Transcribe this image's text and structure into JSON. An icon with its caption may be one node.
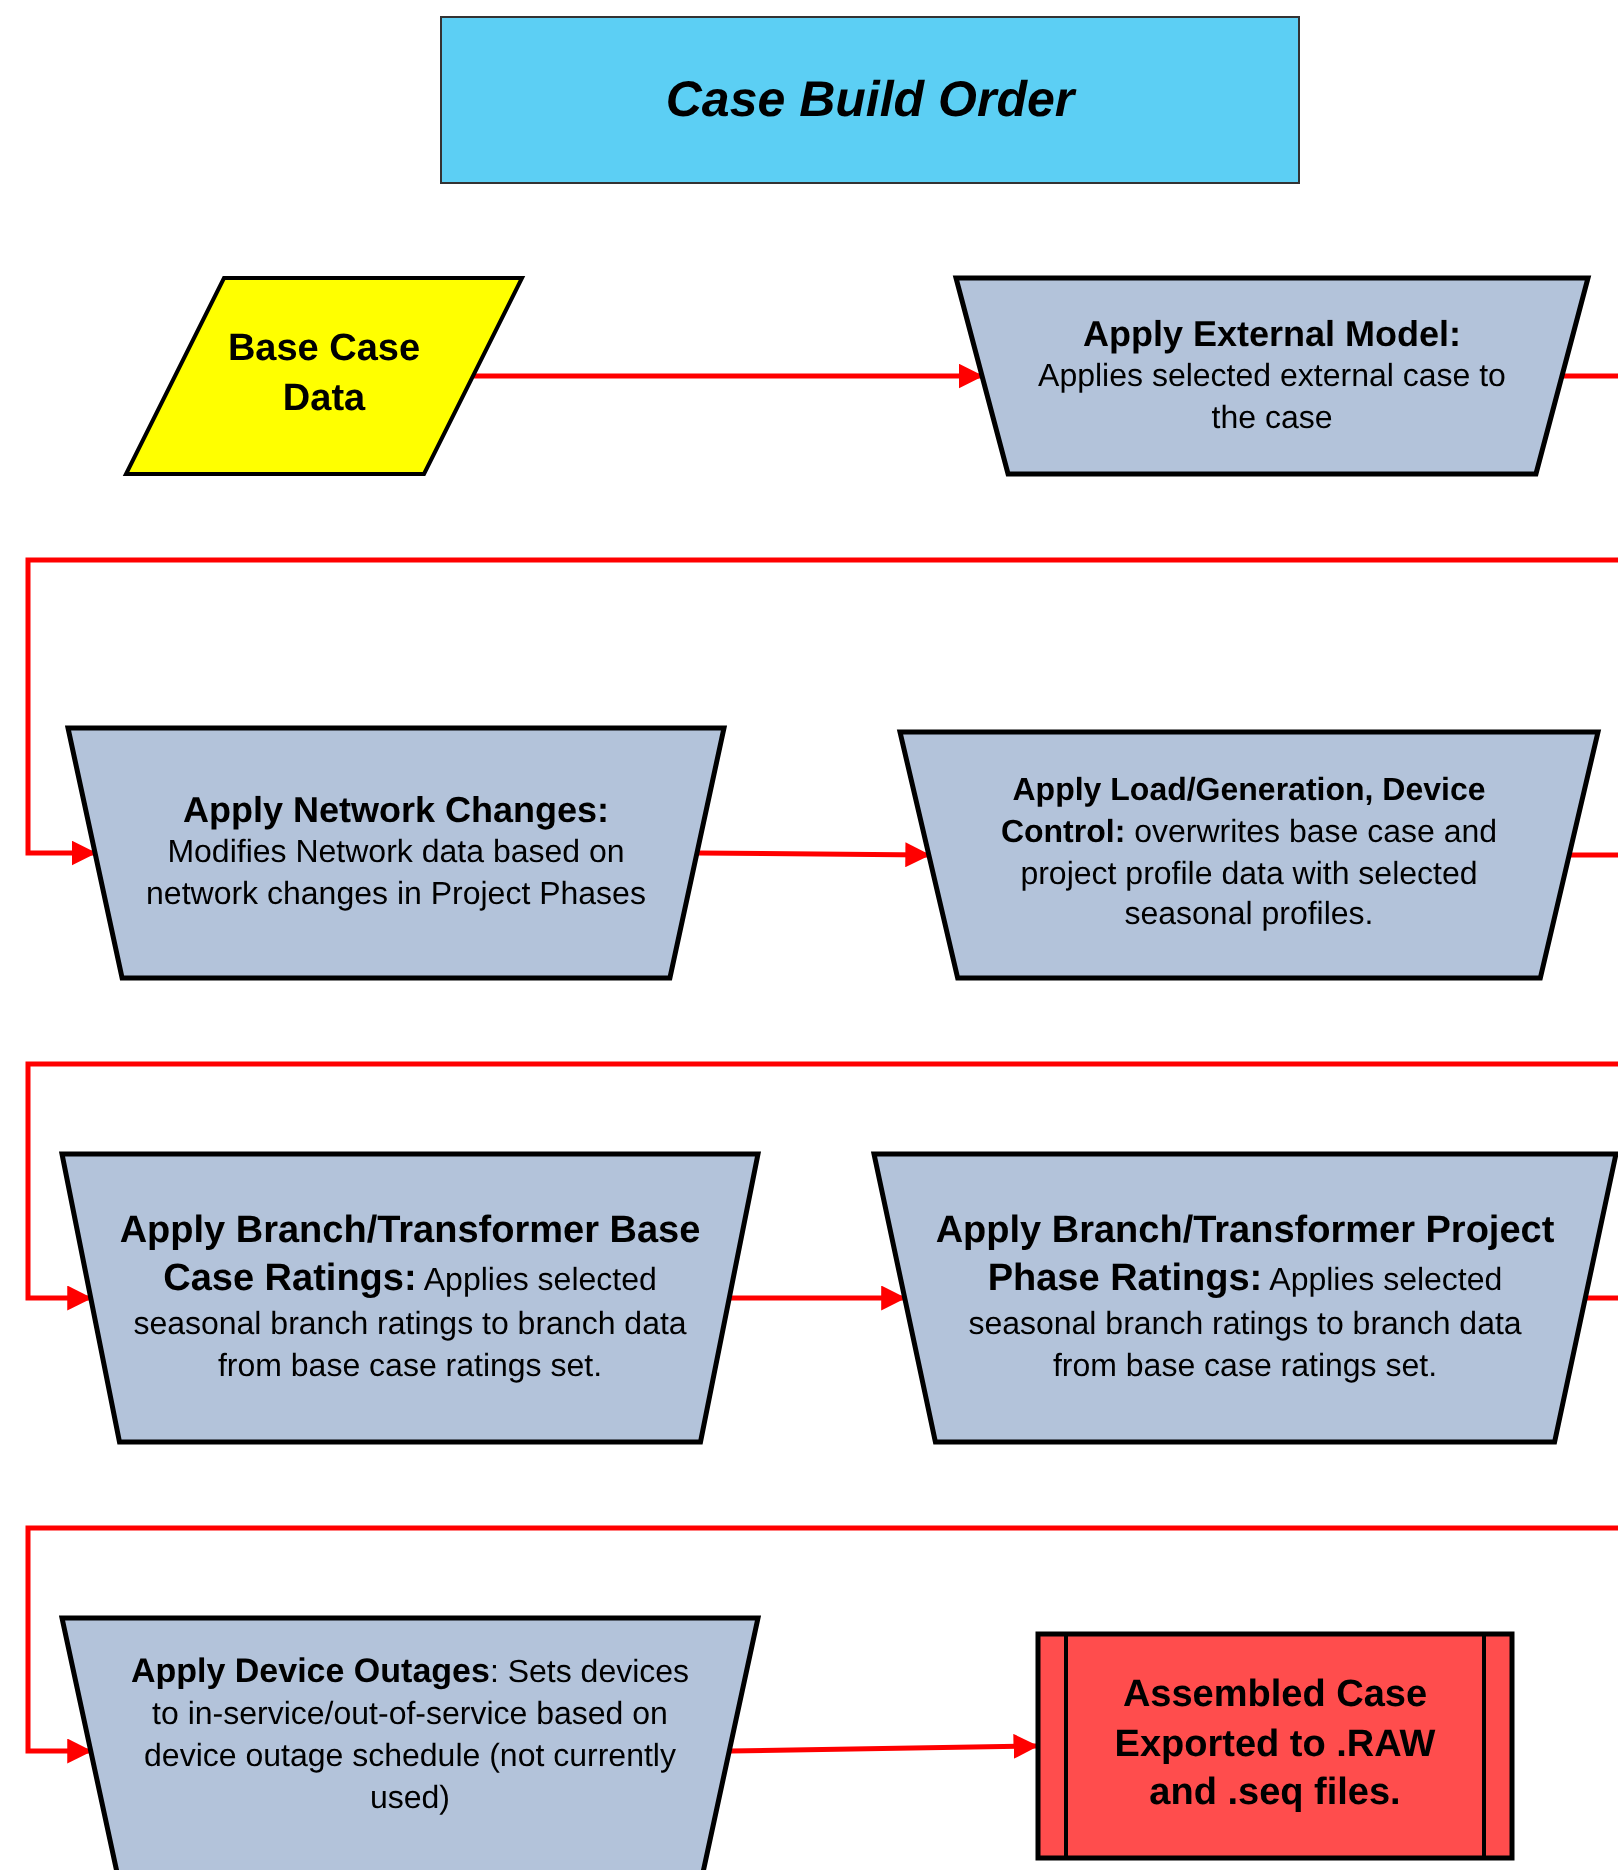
{
  "diagram": {
    "title": "Case Build Order",
    "nodes": [
      {
        "text": [
          "Base Case Data"
        ]
      },
      {
        "text": [
          "Apply External Model:",
          "Applies selected external case to the case"
        ]
      },
      {
        "text": [
          "Apply Network Changes:",
          "Modifies Network data based on network changes in Project Phases"
        ]
      },
      {
        "text": [
          "**Apply Load/Generation, Device Control:**  overwrites base case and project profile data with selected seasonal profiles."
        ]
      },
      {
        "text": [
          "**Apply Branch/Transformer Base Case Ratings:** Applies selected seasonal branch ratings to branch data from base case ratings set."
        ]
      },
      {
        "text": [
          "**Apply Branch/Transformer Project Phase Ratings:** Applies selected seasonal branch ratings to branch data from base case ratings set."
        ]
      },
      {
        "text": [
          "**Apply Device Outages**: Sets devices to in-service/out-of-service based on device outage schedule (not currently used)"
        ]
      },
      {
        "text": [
          "Assembled Case Exported to .RAW and .seq files."
        ]
      }
    ],
    "edges": [
      {
        "from": 0,
        "to": 1,
        "arrow": "to"
      },
      {
        "from": 1,
        "to": 2,
        "arrow": "to"
      },
      {
        "from": 2,
        "to": 3,
        "arrow": "to"
      },
      {
        "from": 3,
        "to": 4,
        "arrow": "to"
      },
      {
        "from": 4,
        "to": 5,
        "arrow": "to"
      },
      {
        "from": 5,
        "to": 6,
        "arrow": "to"
      },
      {
        "from": 6,
        "to": 7,
        "arrow": "to"
      }
    ]
  }
}
